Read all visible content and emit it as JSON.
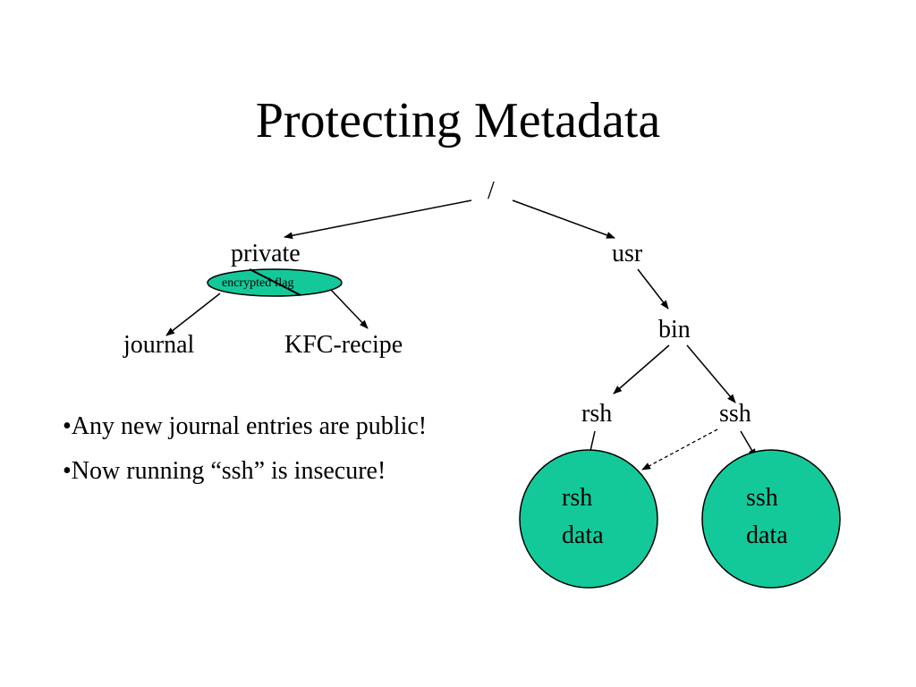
{
  "slide": {
    "title": "Protecting Metadata",
    "tree": {
      "root": "/",
      "private": "private",
      "encrypted_flag": "encrypted flag",
      "journal": "journal",
      "kfc_recipe": "KFC-recipe",
      "usr": "usr",
      "bin": "bin",
      "rsh": "rsh",
      "ssh": "ssh",
      "rsh_data": [
        "rsh",
        "data"
      ],
      "ssh_data": [
        "ssh",
        "data"
      ]
    },
    "bullets": [
      "•Any new journal entries are public!",
      "•Now running “ssh” is insecure!"
    ],
    "colors": {
      "data_fill": "#14c999",
      "outline": "#000000",
      "text": "#000000",
      "background": "#ffffff"
    }
  }
}
